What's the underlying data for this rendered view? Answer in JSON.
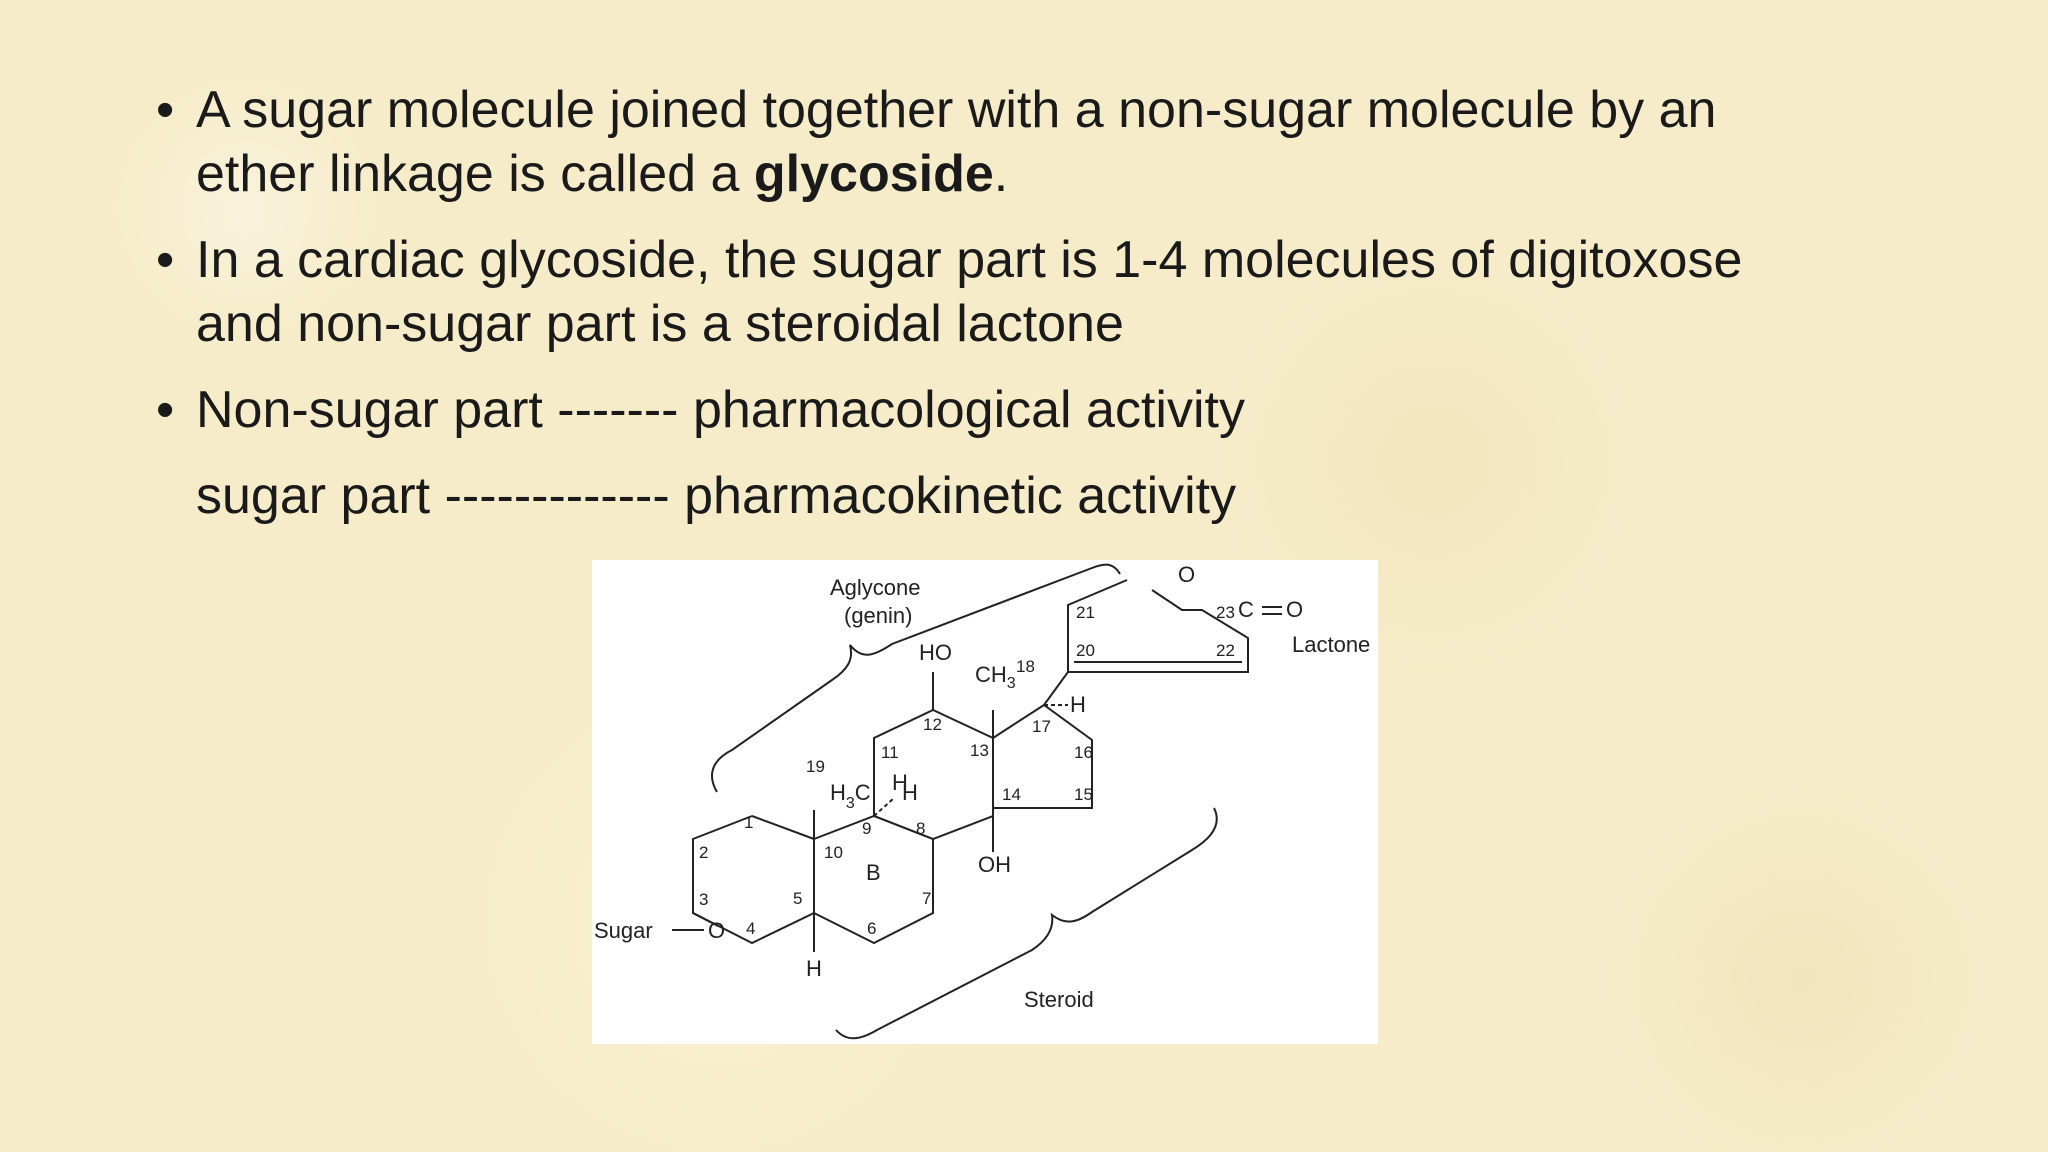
{
  "bullets": [
    {
      "line1": "A sugar molecule joined together with a non-sugar molecule by an",
      "line2_prefix": "ether linkage is called a ",
      "line2_bold": "glycoside",
      "line2_suffix": "."
    },
    {
      "line1": "In a cardiac glycoside, the sugar part is 1-4 molecules of digitoxose",
      "line2": "and non-sugar part is a steroidal lactone"
    },
    {
      "line1": "Non-sugar part ------- pharmacological activity"
    }
  ],
  "bullet_symbol": "•",
  "continuation": "sugar part ------------- pharmacokinetic activity",
  "diagram": {
    "aglycone": "Aglycone",
    "genin": "(genin)",
    "steroid": "Steroid",
    "lactone": "Lactone",
    "sugar": "Sugar",
    "ho": "HO",
    "oh": "OH",
    "o_link": "O",
    "o_ring": "O",
    "o_carbonyl": "O",
    "c23": "C",
    "ch3": "CH",
    "ch3_sub": "3",
    "h3c_h": "H",
    "h3c_sub": "3",
    "h3c_c": "C",
    "b_ring": "B",
    "h5": "H",
    "h8": "H",
    "h9": "H",
    "h17": "H",
    "n1": "1",
    "n2": "2",
    "n3": "3",
    "n4": "4",
    "n5": "5",
    "n6": "6",
    "n7": "7",
    "n8": "8",
    "n9": "9",
    "n10": "10",
    "n11": "11",
    "n12": "12",
    "n13": "13",
    "n14": "14",
    "n15": "15",
    "n16": "16",
    "n17": "17",
    "n18": "18",
    "n19": "19",
    "n20": "20",
    "n21": "21",
    "n22": "22",
    "n23": "23"
  }
}
